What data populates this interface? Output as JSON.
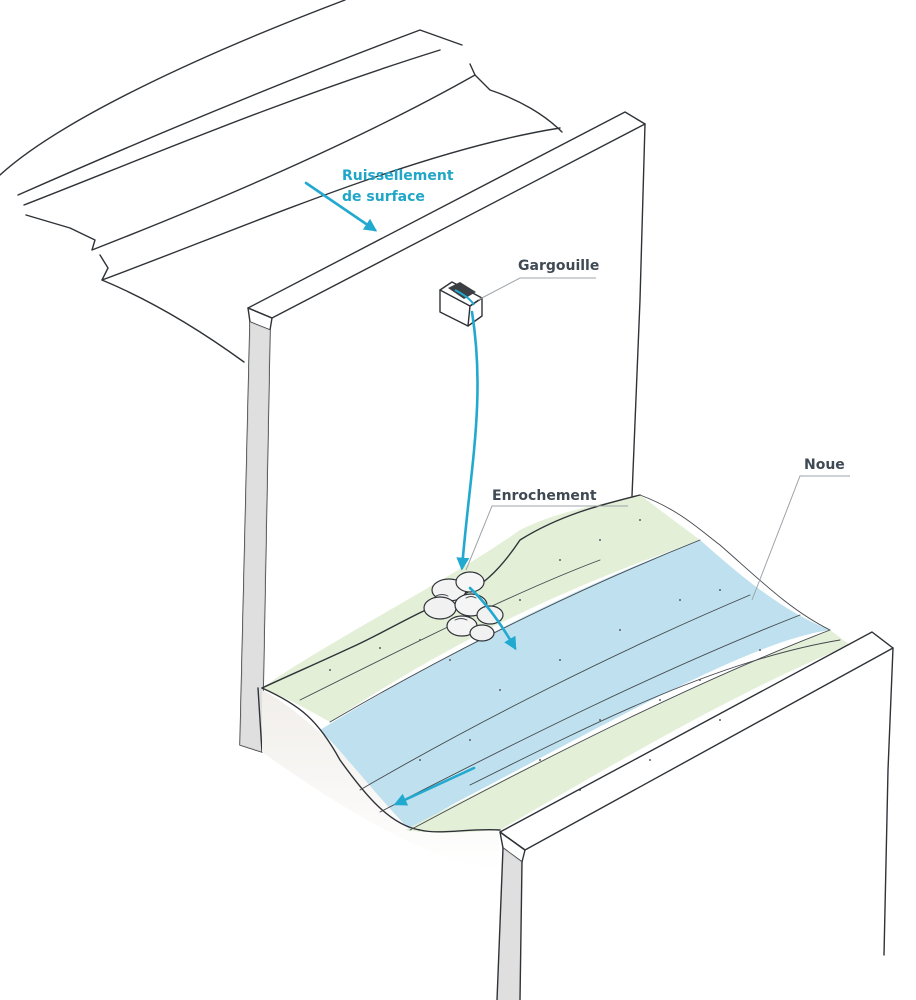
{
  "labels": {
    "ruissellement_line1": "Ruissellement",
    "ruissellement_line2": "de surface",
    "gargouille": "Gargouille",
    "enrochement": "Enrochement",
    "noue": "Noue"
  },
  "colors": {
    "flow": "#1fa6c8",
    "water": "#bfe1ef",
    "grass": "#e4efd8",
    "label": "#3f4a55",
    "ink": "#2f3338"
  },
  "icons": {
    "runoff_arrow": "arrow-icon",
    "gargoyle": "gargoyle-icon",
    "riprap": "rocks-icon",
    "channel_flow_arrow": "arrow-icon"
  }
}
